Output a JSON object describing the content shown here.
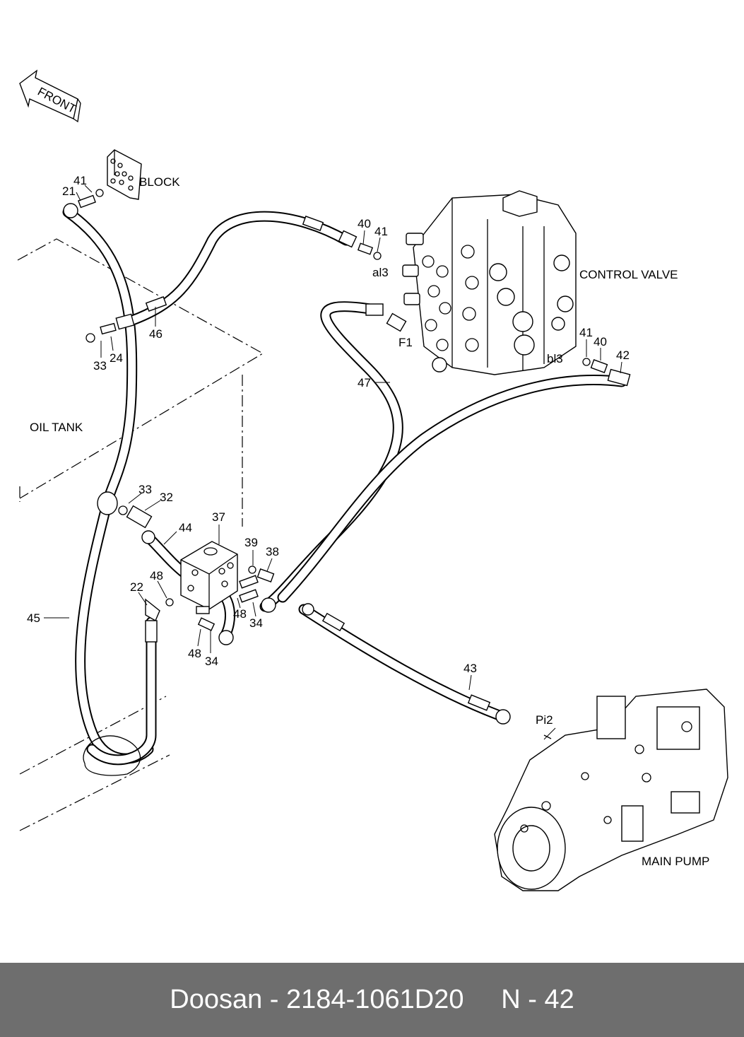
{
  "diagram": {
    "front_label": "FRONT",
    "components": {
      "block": "BLOCK",
      "control_valve": "CONTROL VALVE",
      "oil_tank": "OIL TANK",
      "main_pump": "MAIN PUMP"
    },
    "ports": {
      "al3": "al3",
      "bl3": "bl3",
      "f1": "F1",
      "pi2": "Pi2"
    },
    "callouts": {
      "c41a": "41",
      "c21": "21",
      "c40a": "40",
      "c41b": "41",
      "c33a": "33",
      "c24": "24",
      "c46": "46",
      "c47": "47",
      "c41c": "41",
      "c40b": "40",
      "c42": "42",
      "c33b": "33",
      "c32": "32",
      "c44": "44",
      "c37": "37",
      "c39": "39",
      "c38": "38",
      "c48a": "48",
      "c22": "22",
      "c48b": "48",
      "c34a": "34",
      "c45": "45",
      "c48c": "48",
      "c34b": "34",
      "c43": "43"
    }
  },
  "footer": {
    "text": "Doosan - 2184-1061D20     N - 42"
  }
}
